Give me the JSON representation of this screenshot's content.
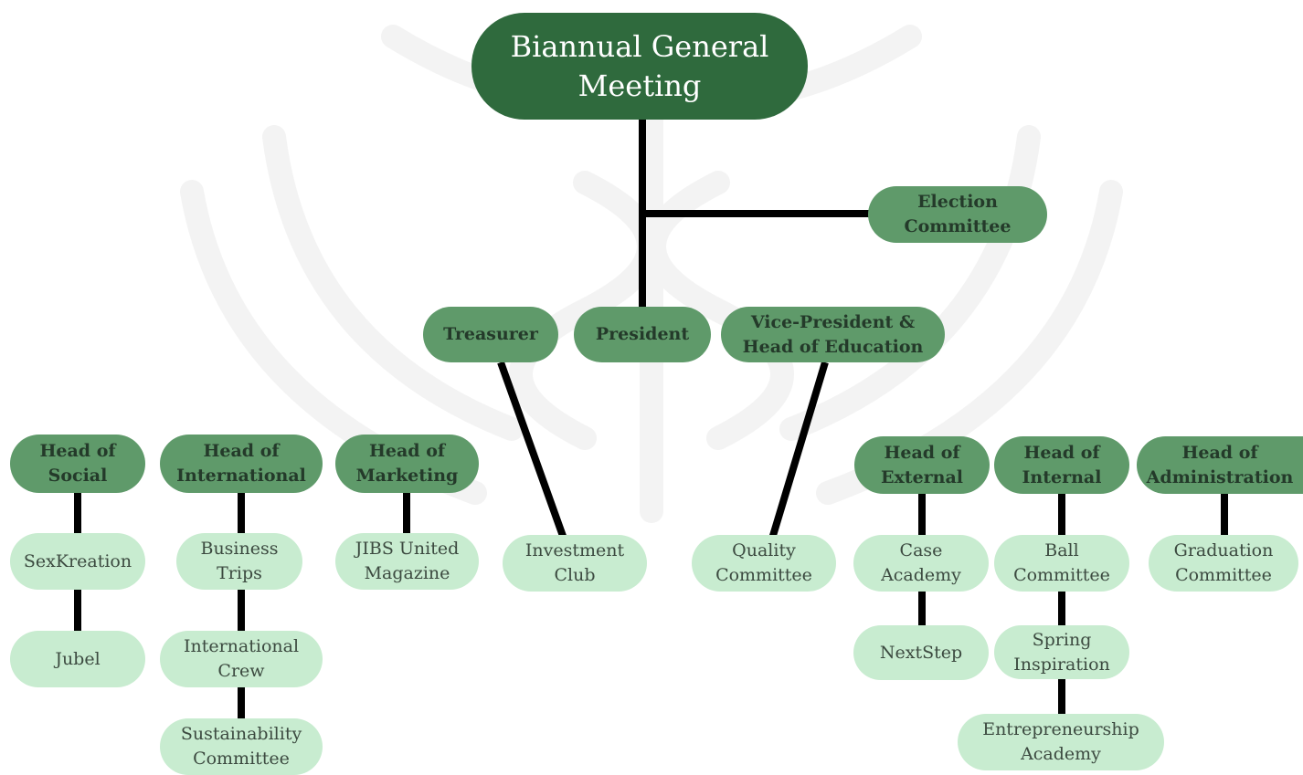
{
  "colors": {
    "root_fill": "#2f6a3d",
    "head_fill": "#5f9a6a",
    "committee_fill": "#c8ecd0",
    "connector": "#000000",
    "watermark": "#f2f2f2"
  },
  "root": {
    "label": "Biannual General\nMeeting"
  },
  "election": {
    "label": "Election\nCommittee"
  },
  "officers": {
    "treasurer": "Treasurer",
    "president": "President",
    "vice_president": "Vice-President &\nHead of Education"
  },
  "heads": {
    "social": "Head of\nSocial",
    "international": "Head of\nInternational",
    "marketing": "Head of\nMarketing",
    "external": "Head of\nExternal",
    "internal": "Head of\nInternal",
    "administration": "Head of\nAdministration"
  },
  "committees": {
    "sexkreation": "SexKreation",
    "jubel": "Jubel",
    "business_trips": "Business\nTrips",
    "international_crew": "International\nCrew",
    "sustainability": "Sustainability\nCommittee",
    "jibs_united": "JIBS United\nMagazine",
    "investment_club": "Investment\nClub",
    "quality": "Quality\nCommittee",
    "case_academy": "Case\nAcademy",
    "nextstep": "NextStep",
    "ball": "Ball\nCommittee",
    "spring_inspiration": "Spring\nInspiration",
    "entrepreneurship": "Entrepreneurship\nAcademy",
    "graduation": "Graduation\nCommittee"
  }
}
